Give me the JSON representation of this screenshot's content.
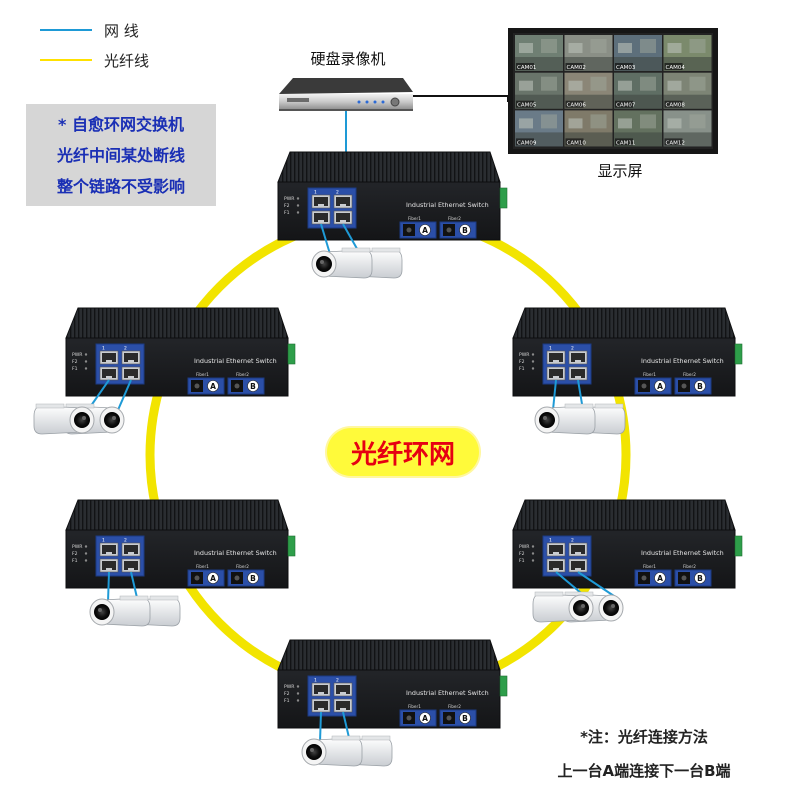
{
  "legend": {
    "items": [
      {
        "label": "网 线",
        "color": "#1e9ad6"
      },
      {
        "label": "光纤线",
        "color": "#ffe100"
      }
    ]
  },
  "info_box": {
    "lines": [
      "* 自愈环网交换机",
      "光纤中间某处断线",
      "整个链路不受影响"
    ],
    "text_color": "#1a2fb5",
    "background": "#d6d6d6"
  },
  "nvr": {
    "label": "硬盘录像机"
  },
  "monitor": {
    "label": "显示屏",
    "camera_tiles": [
      "CAM01",
      "CAM02",
      "CAM03",
      "CAM04",
      "CAM05",
      "CAM06",
      "CAM07",
      "CAM08",
      "CAM09",
      "CAM10",
      "CAM11",
      "CAM12"
    ]
  },
  "switch_text": {
    "title": "Industrial Ethernet Switch",
    "led_labels": [
      "PWR",
      "F2",
      "F1"
    ],
    "fiber_labels": [
      "Fiber1",
      "Fiber2"
    ],
    "port_letters": [
      "A",
      "B"
    ],
    "port_numbers": [
      "1",
      "2"
    ]
  },
  "switches": [
    "top",
    "upper-left",
    "upper-right",
    "lower-left",
    "lower-right",
    "bottom"
  ],
  "center_label": "光纤环网",
  "note": {
    "line1": "*注：光纤连接方法",
    "line2": "上一台A端连接下一台B端"
  },
  "colors": {
    "network_cable": "#1e9ad6",
    "fiber_ring": "#f2e400",
    "switch_body": "#1f2226",
    "port_panel": "#2b4fa8",
    "center_label_text": "#e60012",
    "center_label_bg": "#fffa3a"
  }
}
